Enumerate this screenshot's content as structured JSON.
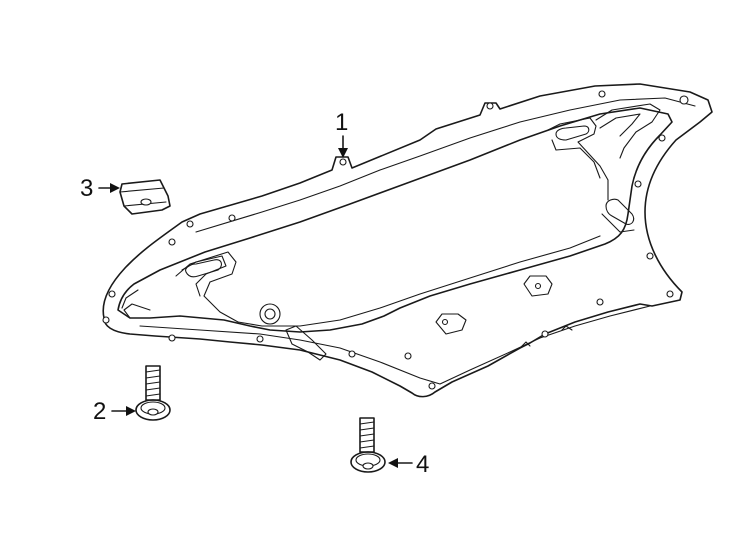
{
  "callouts": [
    {
      "number": "1",
      "part": "splash-shield"
    },
    {
      "number": "2",
      "part": "bolt"
    },
    {
      "number": "3",
      "part": "retainer-clip"
    },
    {
      "number": "4",
      "part": "bolt"
    }
  ]
}
